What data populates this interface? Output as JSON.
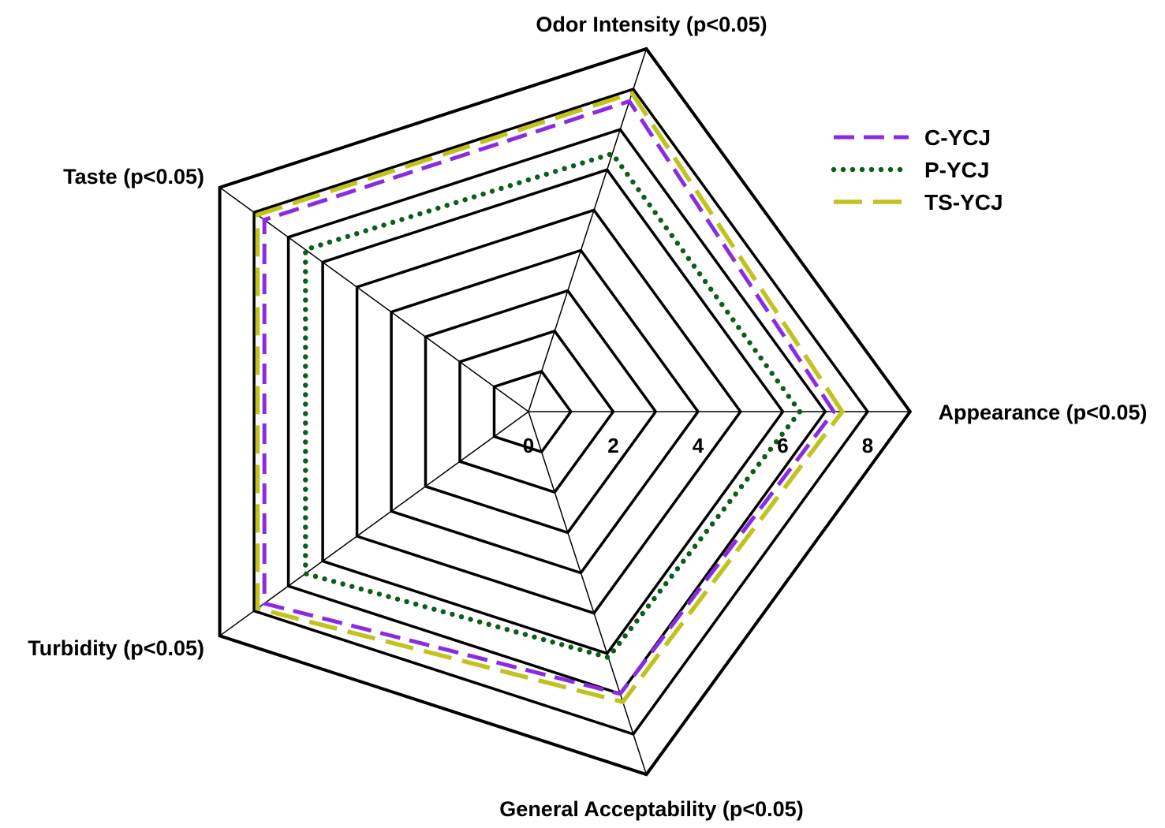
{
  "chart_data": {
    "type": "radar",
    "axes": [
      "Appearance (p<0.05)",
      "Odor Intensity (p<0.05)",
      "Taste (p<0.05)",
      "Turbidity (p<0.05)",
      "General Acceptability (p<0.05)"
    ],
    "ticks": [
      "0",
      "2",
      "4",
      "6",
      "8"
    ],
    "range": [
      0,
      9
    ],
    "grid": true,
    "legend_position": "top-right",
    "series": [
      {
        "name": "C-YCJ",
        "values": [
          7.2,
          7.7,
          7.7,
          7.7,
          7.0
        ],
        "color": "#8a2be2",
        "style": "dashed"
      },
      {
        "name": "P-YCJ",
        "values": [
          6.4,
          6.4,
          6.5,
          6.5,
          6.1
        ],
        "color": "#0b5e17",
        "style": "dotted"
      },
      {
        "name": "TS-YCJ",
        "values": [
          7.4,
          7.9,
          7.9,
          7.9,
          7.2
        ],
        "color": "#c2c21e",
        "style": "long-dash"
      }
    ]
  }
}
